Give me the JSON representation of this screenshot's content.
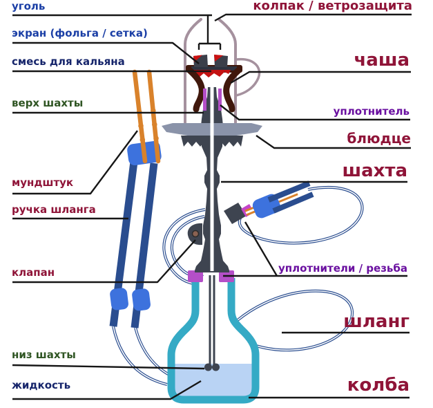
{
  "diagram_type": "hookah-anatomy-cross-section",
  "language": "ru",
  "labels": {
    "ugol": {
      "text": "уголь",
      "color": "#1b3fa6"
    },
    "kolpak": {
      "text": "колпак / ветрозащита",
      "color": "#8f1438"
    },
    "ekran": {
      "text": "экран (фольга / сетка)",
      "color": "#1b3fa6"
    },
    "smes": {
      "text": "смесь для кальяна",
      "color": "#16256b"
    },
    "chasha": {
      "text": "чаша",
      "color": "#8f1438"
    },
    "verh_shahty": {
      "text": "верх шахты",
      "color": "#2f5523"
    },
    "uplotnitel": {
      "text": "уплотнитель",
      "color": "#6a10a0"
    },
    "blyudce": {
      "text": "блюдце",
      "color": "#8f1438"
    },
    "shahta": {
      "text": "шахта",
      "color": "#8f1438"
    },
    "mundshtuk": {
      "text": "мундштук",
      "color": "#8f1438"
    },
    "ruchka": {
      "text": "ручка шланга",
      "color": "#8f1438"
    },
    "klapan": {
      "text": "клапан",
      "color": "#8f1438"
    },
    "uplotniteli": {
      "text": "уплотнители / резьба",
      "color": "#6a10a0"
    },
    "shlang": {
      "text": "шланг",
      "color": "#8f1438"
    },
    "niz_shahty": {
      "text": "низ шахты",
      "color": "#2f5523"
    },
    "zhidkost": {
      "text": "жидкость",
      "color": "#16256b"
    },
    "kolba": {
      "text": "колба",
      "color": "#8f1438"
    }
  },
  "part_colors": {
    "wind_cover": "#a5919e",
    "coal": "#3b3f4a",
    "ember_red": "#cc1111",
    "tobacco_mix": "#c41212",
    "bowl_clay": "#40180c",
    "shaft_metal": "#3e4450",
    "saucer_plate": "#8a93a9",
    "seal_purple": "#b44fc8",
    "seal_magenta": "#c445c8",
    "flask_glass": "#35aac5",
    "liquid": "#b9d3f4",
    "hose_blue": "#2a4d8f",
    "connector_blue": "#3d72dd",
    "mouthpiece_orange": "#d9822b",
    "leader_line": "#161616"
  }
}
